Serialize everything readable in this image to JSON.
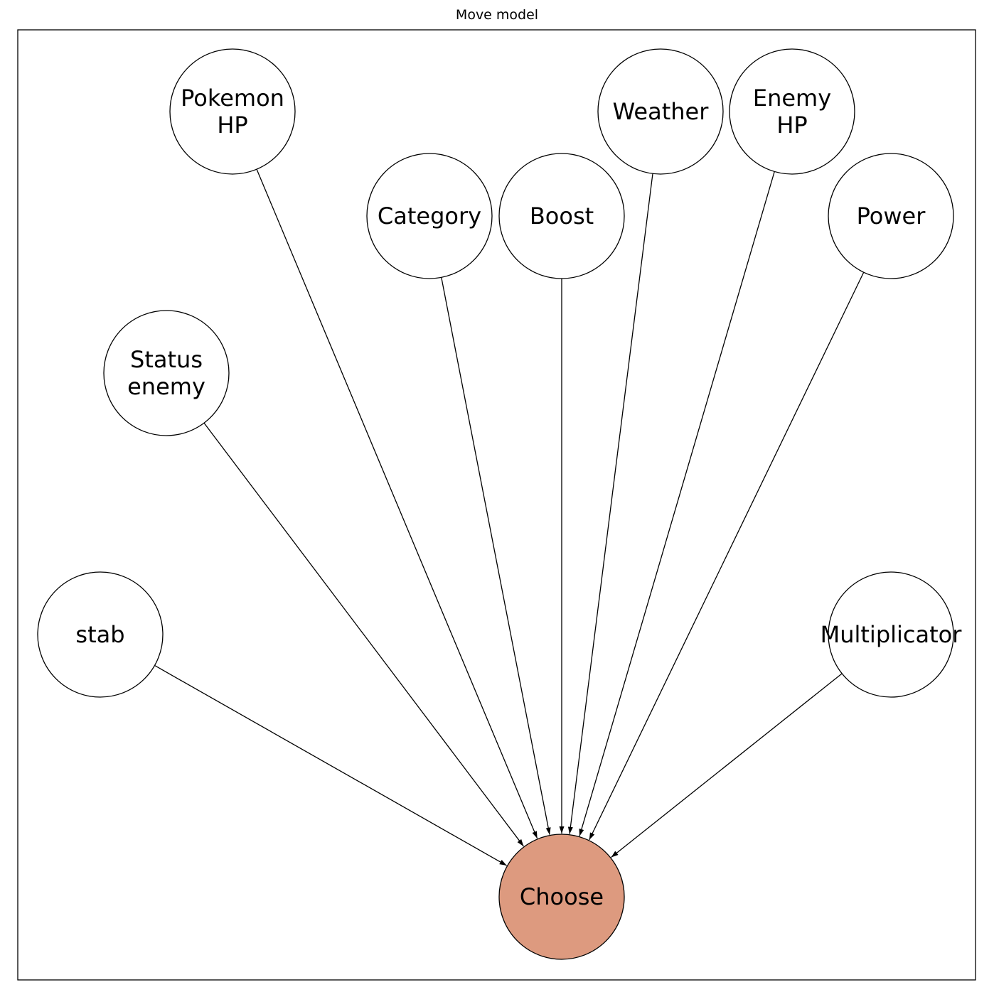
{
  "title": "Move model",
  "nodes": [
    {
      "id": "pokemon_hp",
      "lines": [
        "Pokemon",
        "HP"
      ],
      "fill": "#ffffff"
    },
    {
      "id": "category",
      "lines": [
        "Category"
      ],
      "fill": "#ffffff"
    },
    {
      "id": "boost",
      "lines": [
        "Boost"
      ],
      "fill": "#ffffff"
    },
    {
      "id": "weather",
      "lines": [
        "Weather"
      ],
      "fill": "#ffffff"
    },
    {
      "id": "enemy_hp",
      "lines": [
        "Enemy",
        "HP"
      ],
      "fill": "#ffffff"
    },
    {
      "id": "power",
      "lines": [
        "Power"
      ],
      "fill": "#ffffff"
    },
    {
      "id": "status_enemy",
      "lines": [
        "Status",
        "enemy"
      ],
      "fill": "#ffffff"
    },
    {
      "id": "stab",
      "lines": [
        "stab"
      ],
      "fill": "#ffffff"
    },
    {
      "id": "multiplicator",
      "lines": [
        "Multiplicator"
      ],
      "fill": "#ffffff"
    },
    {
      "id": "choose",
      "lines": [
        "Choose"
      ],
      "fill": "#dd9a7f"
    }
  ],
  "edges": [
    {
      "from": "pokemon_hp",
      "to": "choose"
    },
    {
      "from": "category",
      "to": "choose"
    },
    {
      "from": "boost",
      "to": "choose"
    },
    {
      "from": "weather",
      "to": "choose"
    },
    {
      "from": "enemy_hp",
      "to": "choose"
    },
    {
      "from": "power",
      "to": "choose"
    },
    {
      "from": "status_enemy",
      "to": "choose"
    },
    {
      "from": "stab",
      "to": "choose"
    },
    {
      "from": "multiplicator",
      "to": "choose"
    }
  ]
}
